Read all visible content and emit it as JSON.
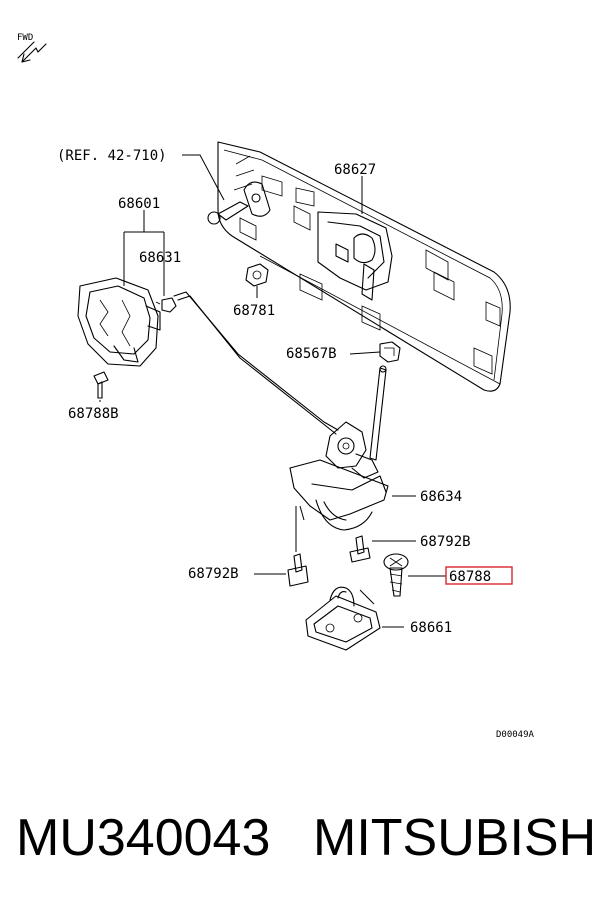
{
  "diagram": {
    "fwd_label": "FWD",
    "ref_label": "(REF. 42-710)",
    "diagram_code": "D00049A",
    "parts": {
      "p68627": "68627",
      "p68601": "68601",
      "p68631": "68631",
      "p68781": "68781",
      "p68567b": "68567B",
      "p68788b": "68788B",
      "p68634": "68634",
      "p68792b_right": "68792B",
      "p68792b_left": "68792B",
      "p68788": "68788",
      "p68661": "68661"
    },
    "highlight_color": "#d8262c"
  },
  "caption": {
    "part_number": "MU340043",
    "brand": "MITSUBISHI"
  }
}
